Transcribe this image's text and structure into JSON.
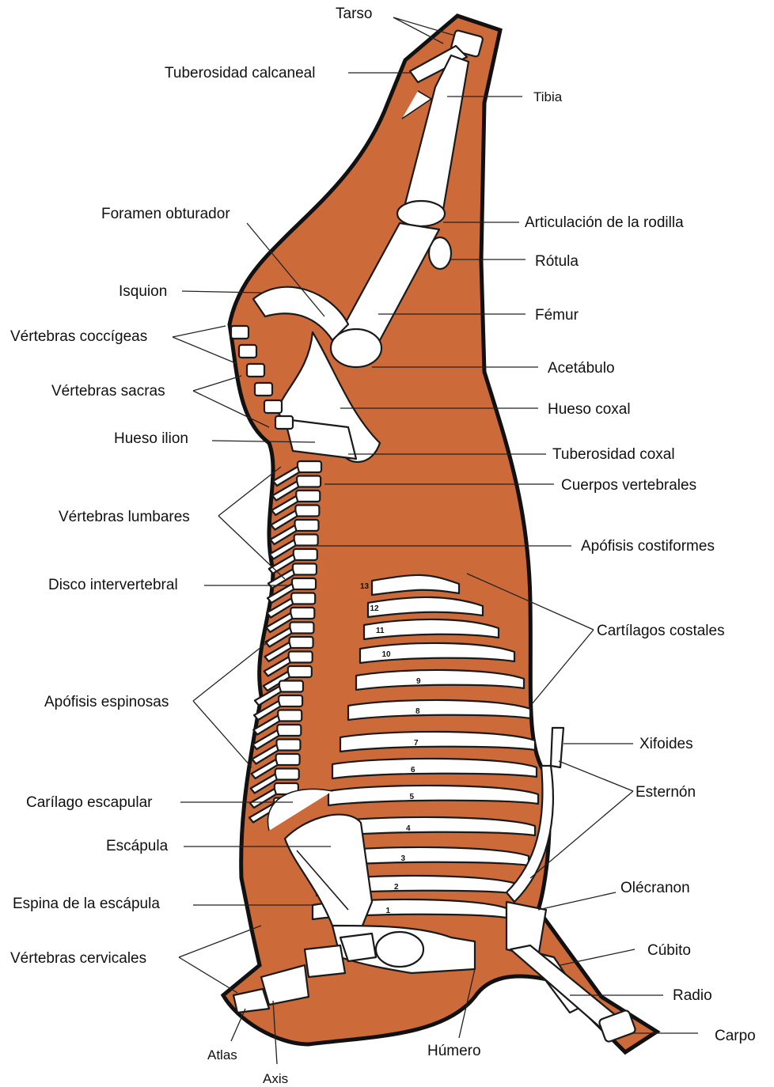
{
  "colors": {
    "carcass_fill": "#CC6A3A",
    "carcass_outline": "#111111",
    "bone_fill": "#FFFFFF",
    "label_text": "#111111"
  },
  "labels": {
    "tarso": "Tarso",
    "tuberosidad_calcaneal": "Tuberosidad calcaneal",
    "tibia": "Tibia",
    "foramen_obturador": "Foramen obturador",
    "articulacion_rodilla": "Articulación de la rodilla",
    "rotula": "Rótula",
    "isquion": "Isquion",
    "femur": "Fémur",
    "vertebras_coccigeas": "Vértebras coccígeas",
    "acetabulo": "Acetábulo",
    "vertebras_sacras": "Vértebras sacras",
    "hueso_coxal": "Hueso coxal",
    "hueso_ilion": "Hueso ilion",
    "tuberosidad_coxal": "Tuberosidad coxal",
    "cuerpos_vertebrales": "Cuerpos vertebrales",
    "vertebras_lumbares": "Vértebras lumbares",
    "apofisis_costiformes": "Apófisis costiformes",
    "disco_intervertebral": "Disco intervertebral",
    "cartilagos_costales": "Cartílagos costales",
    "apofisis_espinosas": "Apófisis espinosas",
    "xifoides": "Xifoides",
    "esternon": "Esternón",
    "carilago_escapular": "Carílago escapular",
    "escapula": "Escápula",
    "olecranon": "Olécranon",
    "espina_escapula": "Espina de la escápula",
    "cubito": "Cúbito",
    "vertebras_cervicales": "Vértebras cervicales",
    "radio": "Radio",
    "carpo": "Carpo",
    "humero": "Húmero",
    "atlas": "Atlas",
    "axis": "Axis"
  },
  "rib_numbers": [
    "13",
    "12",
    "11",
    "10",
    "9",
    "8",
    "7",
    "6",
    "5",
    "4",
    "3",
    "2",
    "1"
  ]
}
